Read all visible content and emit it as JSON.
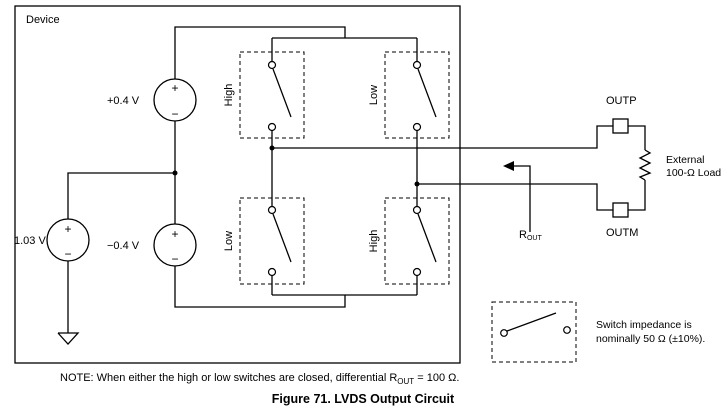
{
  "device_label": "Device",
  "sources": {
    "upper": "+0.4 V",
    "lower": "−0.4 V",
    "bias": "1.03 V",
    "plus": "+",
    "minus": "−"
  },
  "switches": {
    "top_left": "High",
    "top_right": "Low",
    "bottom_left": "Low",
    "bottom_right": "High"
  },
  "outputs": {
    "outp": "OUTP",
    "outm": "OUTM",
    "load": [
      "External",
      "100-Ω Load"
    ],
    "rout_main": "R",
    "rout_sub": "OUT"
  },
  "legend": {
    "line1": "Switch impedance is",
    "line2": "nominally 50 Ω (±10%)."
  },
  "caption": {
    "note_prefix": "NOTE: When either the high or low switches are closed, differential R",
    "note_sub": "OUT",
    "note_suffix": " = 100 Ω.",
    "title": "Figure 71.  LVDS Output Circuit"
  }
}
